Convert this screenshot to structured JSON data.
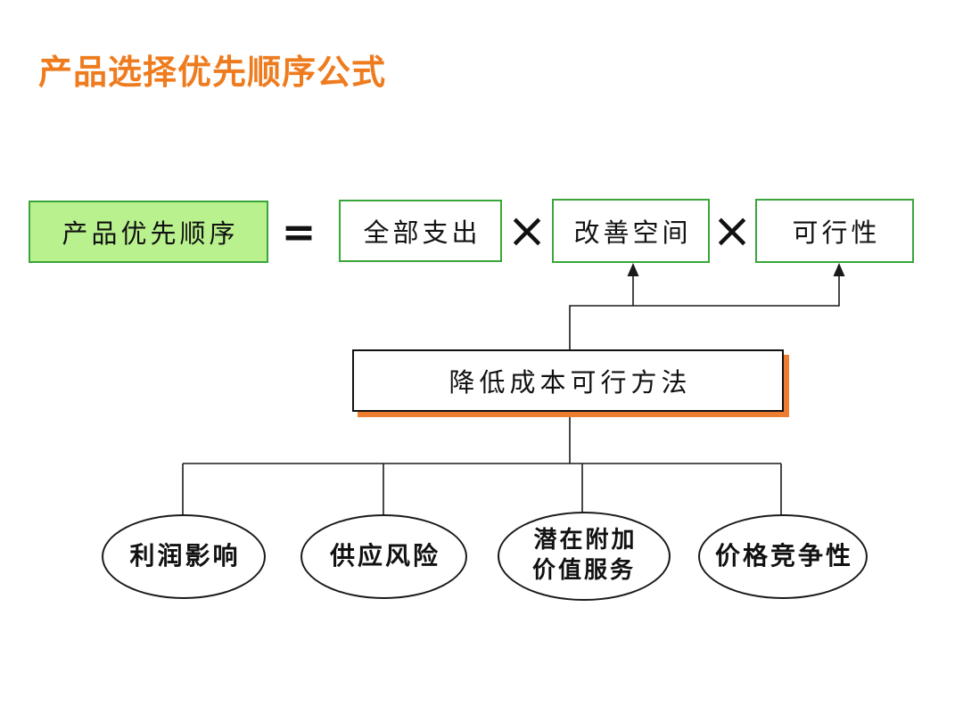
{
  "title": "产品选择优先顺序公式",
  "formula": {
    "result": "产品优先顺序",
    "equals": "=",
    "multiply": "×",
    "factors": [
      "全部支出",
      "改善空间",
      "可行性"
    ]
  },
  "method": "降低成本可行方法",
  "criteria": [
    "利润影响",
    "供应风险",
    "潜在附加\n价值服务",
    "价格竞争性"
  ],
  "colors": {
    "title_orange": "#ee7c1f",
    "shadow_orange": "#ed7d31",
    "green_border": "#3aa53a",
    "green_fill": "#b9f18e",
    "line_black": "#1a1a1a"
  }
}
